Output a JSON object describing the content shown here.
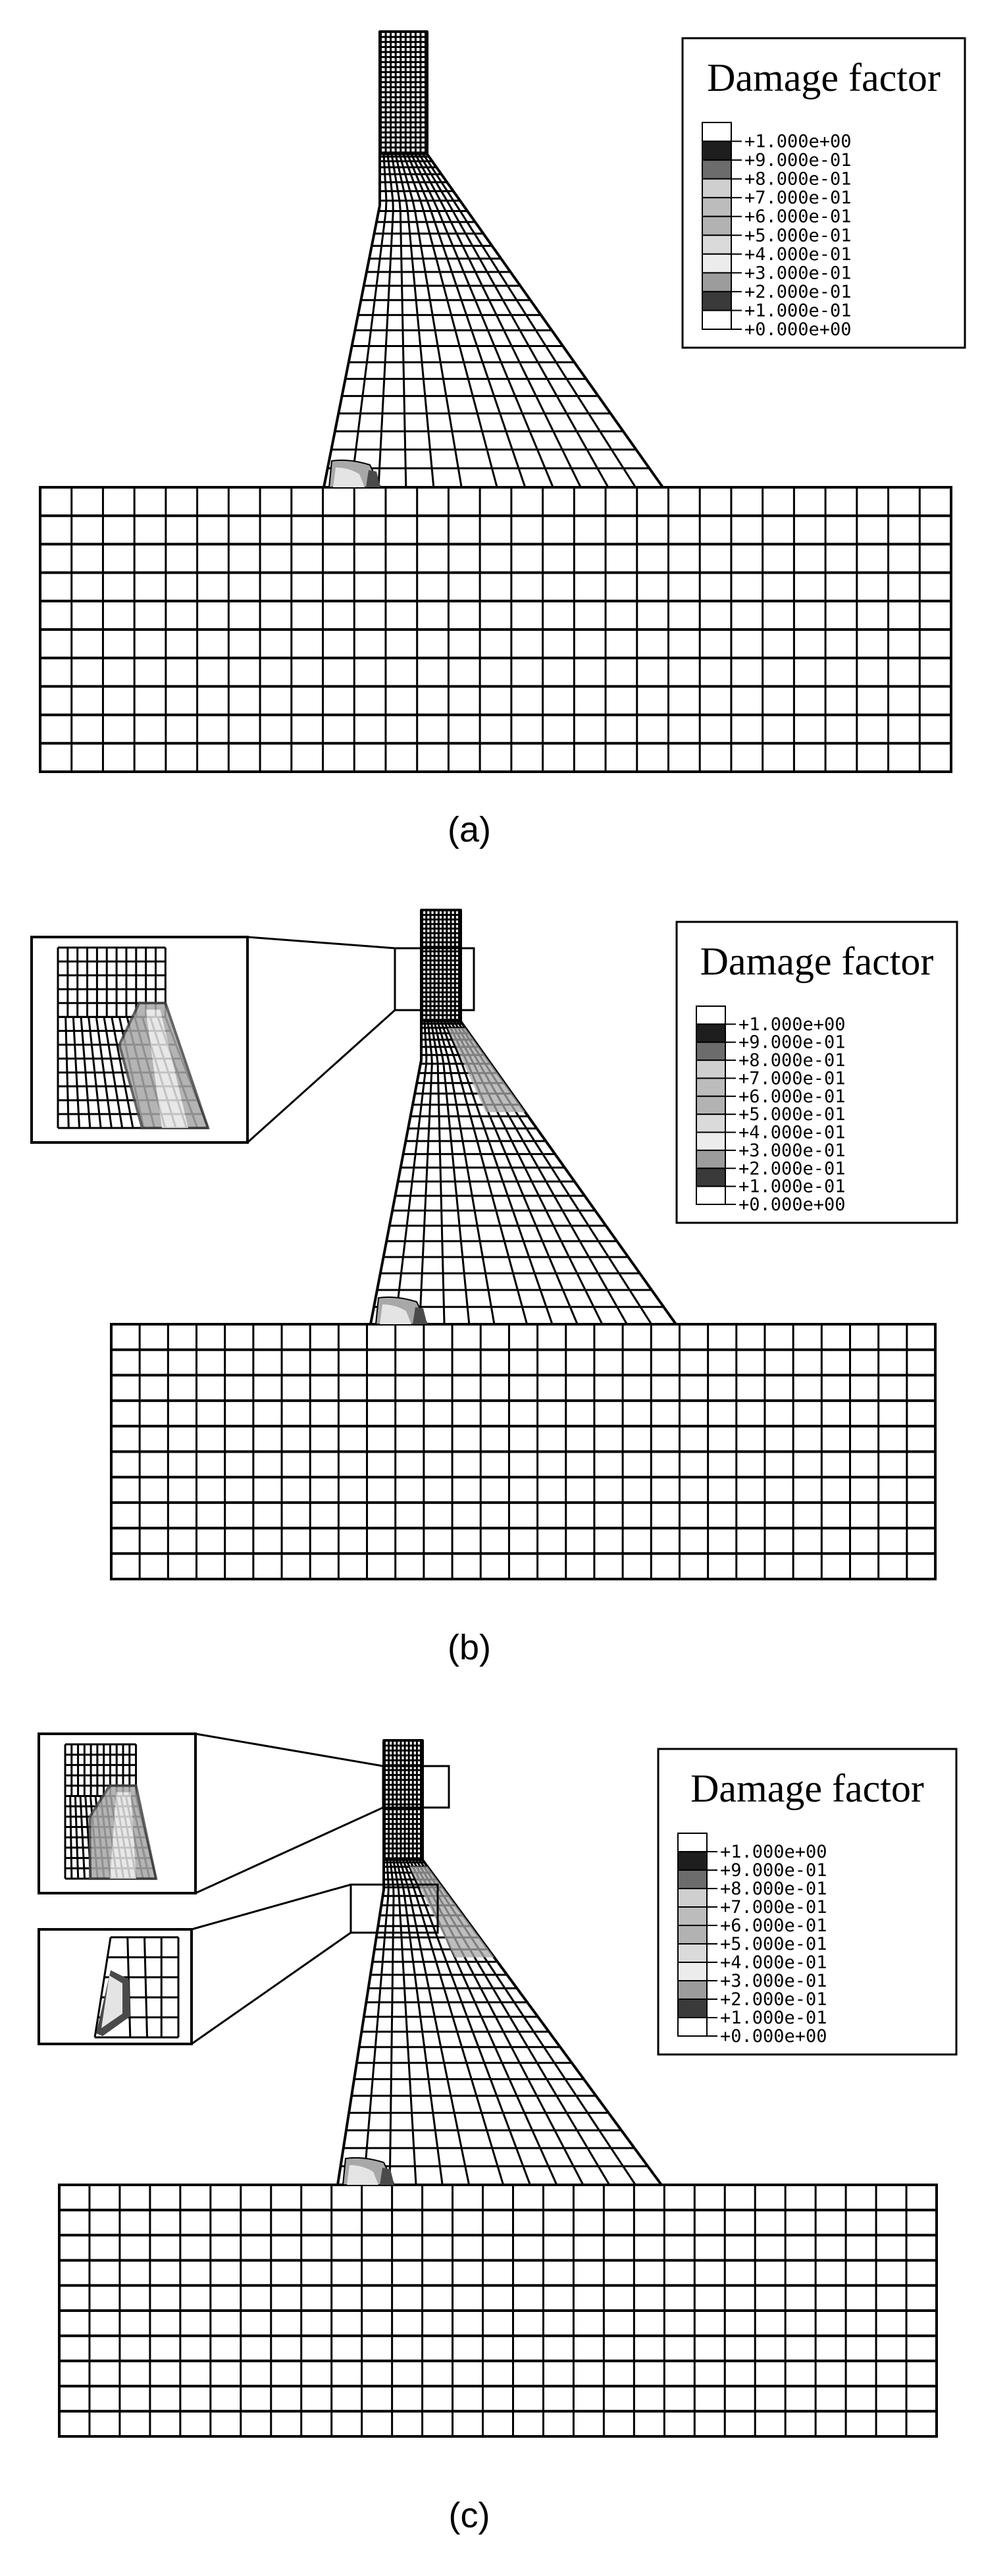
{
  "figure": {
    "panels": [
      {
        "id": "a",
        "caption": "(a)",
        "insets": []
      },
      {
        "id": "b",
        "caption": "(b)",
        "insets": [
          "upper-column-crack"
        ]
      },
      {
        "id": "c",
        "caption": "(c)",
        "insets": [
          "upper-column-crack",
          "mid-flare-crack"
        ]
      }
    ],
    "legend": {
      "title": "Damage factor",
      "labels": [
        "+1.000e+00",
        "+9.000e-01",
        "+8.000e-01",
        "+7.000e-01",
        "+6.000e-01",
        "+5.000e-01",
        "+4.000e-01",
        "+3.000e-01",
        "+2.000e-01",
        "+1.000e-01",
        "+0.000e+00"
      ],
      "swatch_colors": [
        "#ffffff",
        "#1e1e1e",
        "#6c6c6c",
        "#cfcfcf",
        "#bcbcbc",
        "#b2b2b2",
        "#dadada",
        "#ececec",
        "#9c9c9c",
        "#3a3a3a",
        "#ffffff"
      ]
    },
    "mesh": {
      "base_columns": 29,
      "base_rows": 10
    },
    "damage_colors": {
      "light": "#e4e4e4",
      "mid": "#a8a8a8",
      "dark": "#4a4a4a"
    }
  }
}
